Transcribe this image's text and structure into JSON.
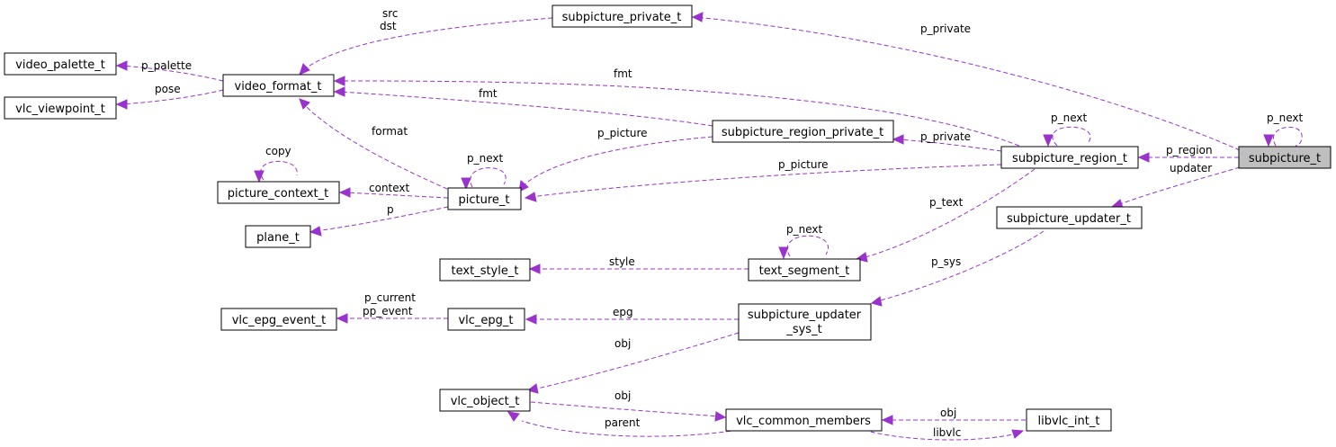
{
  "nodes": {
    "subpicture_private_t": "subpicture_private_t",
    "video_palette_t": "video_palette_t",
    "video_format_t": "video_format_t",
    "vlc_viewpoint_t": "vlc_viewpoint_t",
    "subpicture_region_private_t": "subpicture_region_private_t",
    "subpicture_region_t": "subpicture_region_t",
    "subpicture_t": "subpicture_t",
    "picture_context_t": "picture_context_t",
    "picture_t": "picture_t",
    "plane_t": "plane_t",
    "subpicture_updater_t": "subpicture_updater_t",
    "text_style_t": "text_style_t",
    "text_segment_t": "text_segment_t",
    "vlc_epg_event_t": "vlc_epg_event_t",
    "vlc_epg_t": "vlc_epg_t",
    "subpicture_updater_sys_t_line1": "subpicture_updater",
    "subpicture_updater_sys_t_line2": "_sys_t",
    "vlc_object_t": "vlc_object_t",
    "vlc_common_members": "vlc_common_members",
    "libvlc_int_t": "libvlc_int_t"
  },
  "edge_labels": {
    "src": "src",
    "dst": "dst",
    "p_private_top": "p_private",
    "p_palette": "p_palette",
    "pose": "pose",
    "fmt_region": "fmt",
    "fmt_region_private": "fmt",
    "p_next_subpicture": "p_next",
    "p_next_region": "p_next",
    "format": "format",
    "p_picture_region_private": "p_picture",
    "p_private_region": "p_private",
    "p_region": "p_region",
    "updater": "updater",
    "copy": "copy",
    "p_next_picture": "p_next",
    "p_picture_region": "p_picture",
    "context": "context",
    "p": "p",
    "p_text": "p_text",
    "p_next_text": "p_next",
    "style": "style",
    "p_sys": "p_sys",
    "p_current": "p_current",
    "pp_event": "pp_event",
    "epg": "epg",
    "obj_updater_sys": "obj",
    "obj_common": "obj",
    "obj_libvlc": "obj",
    "parent": "parent",
    "libvlc": "libvlc"
  },
  "colors": {
    "edge": "#9a32cd",
    "node_border": "#000000",
    "highlight_fill": "#bfbfbf"
  }
}
